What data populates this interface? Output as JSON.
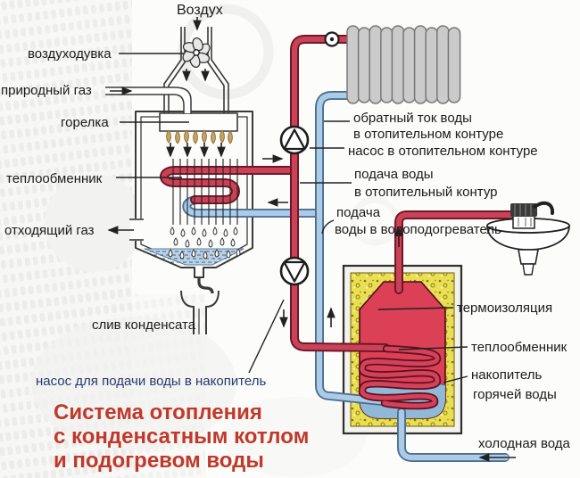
{
  "title": {
    "line1": "Система отопления",
    "line2": "с конденсатным котлом",
    "line3": "и подогревом воды"
  },
  "labels": {
    "air": "Воздух",
    "blower": "воздуходувка",
    "natural_gas": "природный газ",
    "burner": "горелка",
    "heat_exchanger_boiler": "теплообменник",
    "exhaust_gas": "отходящий газ",
    "condensate_drain": "слив конденсата",
    "storage_pump": "насос для подачи воды в накопитель",
    "return_flow_1": "обратный ток воды",
    "return_flow_2": "в отопительном контуре",
    "circuit_pump": "насос в отопительном контуре",
    "supply_1": "подача воды",
    "supply_2": "в отопительный контур",
    "heater_supply_1": "подача",
    "heater_supply_2": "воды в водоподогреватель",
    "insulation": "термоизоляция",
    "heat_exchanger_tank": "теплообменник",
    "hot_storage_1": "накопитель",
    "hot_storage_2": "горячей воды",
    "cold_water": "холодная вода"
  },
  "colors": {
    "hot_pipe": "#c84358",
    "cold_pipe": "#aecbe6",
    "tank_red": "#dc4056",
    "insulation_yellow": "#eadf52",
    "title_red": "#c0392b",
    "storage_pump_label": "#27396e",
    "radiator_gray": "#cbcbcb"
  }
}
